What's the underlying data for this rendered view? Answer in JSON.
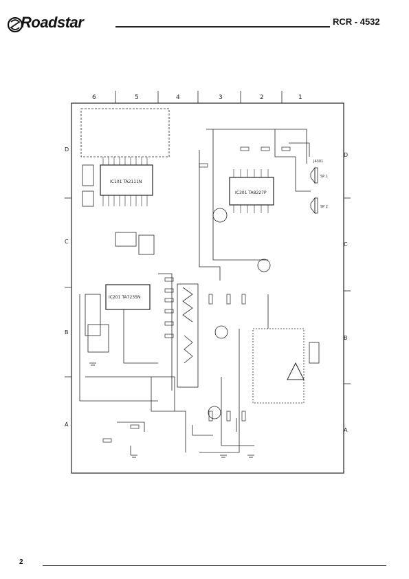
{
  "header": {
    "brand": "Roadstar",
    "model": "RCR - 4532"
  },
  "schematic": {
    "columns": [
      "6",
      "5",
      "4",
      "3",
      "2",
      "1"
    ],
    "rows_left": [
      "D",
      "C",
      "B",
      "A"
    ],
    "rows_right": [
      "D",
      "C",
      "B",
      "A"
    ],
    "ic_labels": {
      "tuner": "IC101  TA2111N",
      "audio_amp": "IC301  TA8227P",
      "cassette": "IC201  TA7235N"
    },
    "jack_labels": {
      "jack": "J4301",
      "spk1": "SP 1",
      "spk2": "SP 2"
    }
  },
  "footer": {
    "page_number": "2"
  }
}
